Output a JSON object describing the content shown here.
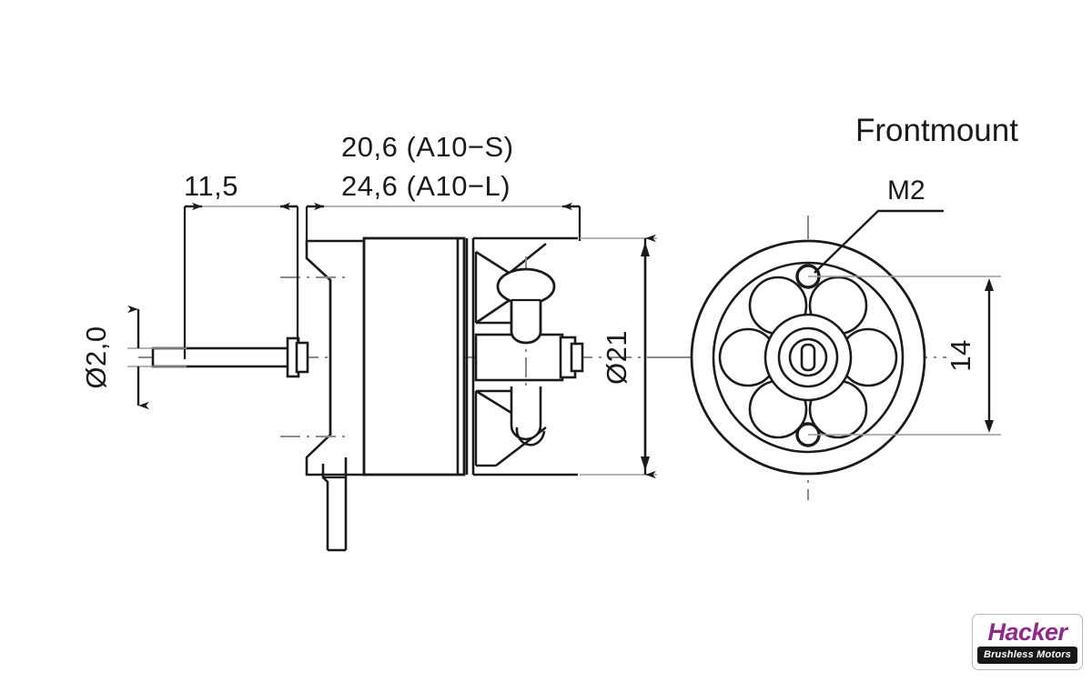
{
  "drawing": {
    "kind": "technical-dimension-drawing",
    "subject": "Hacker A10 brushless outrunner motor",
    "background_color": "#ffffff",
    "line_color": "#1a1a1a",
    "centerline_color": "#8a8a8a"
  },
  "views": {
    "side": {
      "name": "side-section-view",
      "parts": [
        "output-shaft",
        "shaft-collar",
        "bell-nose-taper",
        "motor-can",
        "rear-mount-bracket",
        "mount-boss",
        "rear-shaft-stub",
        "motor-wire-lead"
      ]
    },
    "front": {
      "name": "front-view",
      "title": "Frontmount",
      "parts": [
        "outer-rim-circle",
        "bolt-circle",
        "six-lightening-holes",
        "center-hub",
        "shaft-slot",
        "m2-hole-top",
        "m2-hole-bottom"
      ],
      "lightening_hole_count": 6,
      "m2_hole_count": 2
    }
  },
  "dimensions": {
    "shaft_length": {
      "label": "11,5",
      "name": "shaft-length-dimension",
      "orientation": "horizontal"
    },
    "body_length_short": {
      "label": "20,6  (A10−S)",
      "name": "body-length-short-dimension",
      "orientation": "horizontal"
    },
    "body_length_long": {
      "label": "24,6  (A10−L)",
      "name": "body-length-long-dimension",
      "orientation": "horizontal"
    },
    "shaft_diameter": {
      "label": "Ø2,0",
      "name": "shaft-diameter-dimension",
      "orientation": "vertical-rotated"
    },
    "body_diameter": {
      "label": "Ø21",
      "name": "body-diameter-dimension",
      "orientation": "vertical-rotated"
    },
    "mount_hole_spacing": {
      "label": "14",
      "name": "mount-hole-spacing-dimension",
      "orientation": "vertical-rotated"
    }
  },
  "labels": {
    "frontmount_title": "Frontmount",
    "thread_callout": "M2"
  },
  "logo": {
    "brand": "Hacker",
    "tagline": "Brushless Motors",
    "brand_color": "#8e2a8b",
    "bar_color": "#17171a",
    "text_color": "#ffffff"
  }
}
